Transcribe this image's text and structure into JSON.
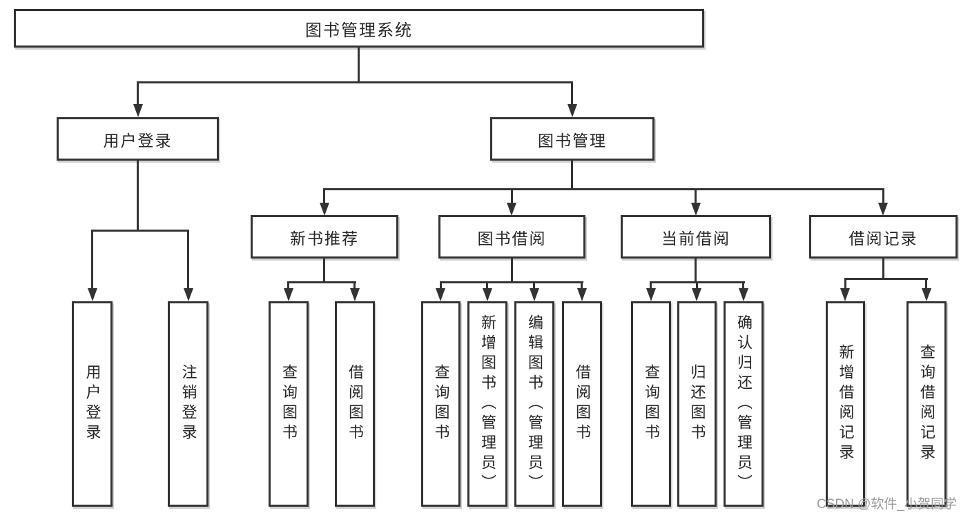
{
  "tree": {
    "label": "图书管理系统",
    "children": [
      {
        "label": "用户登录",
        "children": [
          {
            "label": "用户登录"
          },
          {
            "label": "注销登录"
          }
        ]
      },
      {
        "label": "图书管理",
        "children": [
          {
            "label": "新书推荐",
            "children": [
              {
                "label": "查询图书"
              },
              {
                "label": "借阅图书"
              }
            ]
          },
          {
            "label": "图书借阅",
            "children": [
              {
                "label": "查询图书"
              },
              {
                "label": "新增图书（管理员）"
              },
              {
                "label": "编辑图书（管理员）"
              },
              {
                "label": "借阅图书"
              }
            ]
          },
          {
            "label": "当前借阅",
            "children": [
              {
                "label": "查询图书"
              },
              {
                "label": "归还图书"
              },
              {
                "label": "确认归还（管理员）"
              }
            ]
          },
          {
            "label": "借阅记录",
            "children": [
              {
                "label": "新增借阅记录"
              },
              {
                "label": "查询借阅记录"
              }
            ]
          }
        ]
      }
    ]
  },
  "watermark": {
    "text": "CSDN @软件_小贺同学"
  },
  "colors": {
    "line": "#333333",
    "box_border": "#333333",
    "box_fill": "#ffffff",
    "text": "#262626",
    "watermark": "#9b9b9b",
    "background": "#ffffff"
  }
}
